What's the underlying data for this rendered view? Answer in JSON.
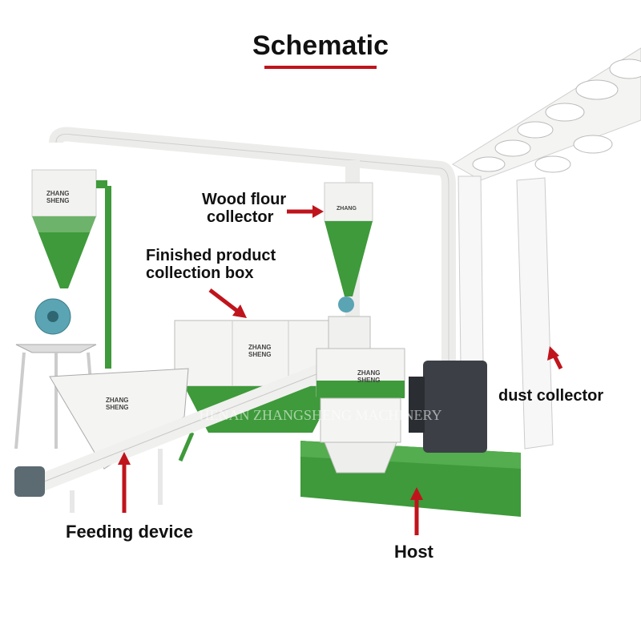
{
  "title": "Schematic",
  "labels": {
    "wood_flour_collector": [
      "Wood flour",
      "collector"
    ],
    "finished_product_box": [
      "Finished product",
      "collection box"
    ],
    "dust_collector": "dust collector",
    "feeding_device": "Feeding device",
    "host": "Host"
  },
  "branding": {
    "logo_text": [
      "ZHANG",
      "SHENG"
    ],
    "watermark": "HENAN ZHANGSHENG MACHINERY"
  },
  "colors": {
    "machine_green": "#3e9a3a",
    "machine_white": "#f2f2f0",
    "arrow_red": "#c0141c",
    "motor_dark": "#3c4046",
    "fan_blue": "#5aa4b4"
  }
}
